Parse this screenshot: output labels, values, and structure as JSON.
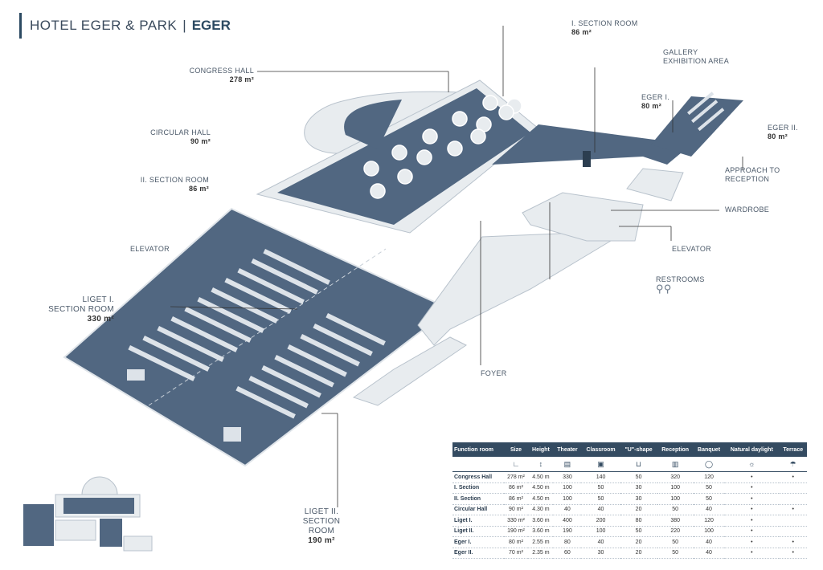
{
  "header": {
    "hotel": "HOTEL EGER & PARK",
    "city": "EGER"
  },
  "colors": {
    "floor": "#516781",
    "wall": "#e8ecef",
    "table_header": "#344b61",
    "text": "#3a4a5c"
  },
  "labels": {
    "section1_name": "I. SECTION ROOM",
    "section1_size": "86 m²",
    "gallery_l1": "GALLERY",
    "gallery_l2": "EXHIBITION AREA",
    "congress_name": "CONGRESS HALL",
    "congress_size": "278 m²",
    "eger1_name": "EGER I.",
    "eger1_size": "80 m²",
    "eger2_name": "EGER II.",
    "eger2_size": "80 m²",
    "circular_name": "CIRCULAR HALL",
    "circular_size": "90 m²",
    "approach_l1": "APPROACH TO",
    "approach_l2": "RECEPTION",
    "section2_name": "II. SECTION ROOM",
    "section2_size": "86 m²",
    "wardrobe": "WARDROBE",
    "elevator_left": "ELEVATOR",
    "elevator_right": "ELEVATOR",
    "restrooms": "RESTROOMS",
    "liget1_l1": "LIGET I.",
    "liget1_l2": "SECTION ROOM",
    "liget1_size": "330 m²",
    "foyer": "FOYER",
    "liget2_l1": "LIGET II.",
    "liget2_l2": "SECTION",
    "liget2_l3": "ROOM",
    "liget2_size": "190 m²"
  },
  "table": {
    "headers": [
      "Function room",
      "Size",
      "Height",
      "Theater",
      "Classroom",
      "\"U\"-shape",
      "Reception",
      "Banquet",
      "Natural daylight",
      "Terrace"
    ],
    "icons": [
      "",
      "size-icon",
      "height-icon",
      "theater-icon",
      "classroom-icon",
      "u-shape-icon",
      "reception-icon",
      "banquet-icon",
      "daylight-icon",
      "terrace-icon"
    ],
    "icon_glyphs": [
      "",
      "∟",
      "↕",
      "▤",
      "▣",
      "⊔",
      "▥",
      "◯",
      "☼",
      "☂"
    ],
    "rows": [
      [
        "Congress Hall",
        "278 m²",
        "4.50 m",
        "330",
        "140",
        "50",
        "320",
        "120",
        "•",
        "•"
      ],
      [
        "I. Section",
        "86 m²",
        "4.50 m",
        "100",
        "50",
        "30",
        "100",
        "50",
        "•",
        ""
      ],
      [
        "II. Section",
        "86 m²",
        "4.50 m",
        "100",
        "50",
        "30",
        "100",
        "50",
        "•",
        ""
      ],
      [
        "Circular Hall",
        "90 m²",
        "4.30 m",
        "40",
        "40",
        "20",
        "50",
        "40",
        "•",
        "•"
      ],
      [
        "Liget I.",
        "330 m²",
        "3.60 m",
        "400",
        "200",
        "80",
        "380",
        "120",
        "•",
        ""
      ],
      [
        "Liget II.",
        "190 m²",
        "3.60 m",
        "190",
        "100",
        "50",
        "220",
        "100",
        "•",
        ""
      ],
      [
        "Eger I.",
        "80 m²",
        "2.55 m",
        "80",
        "40",
        "20",
        "50",
        "40",
        "•",
        "•"
      ],
      [
        "Eger II.",
        "70 m²",
        "2.35 m",
        "60",
        "30",
        "20",
        "50",
        "40",
        "•",
        "•"
      ]
    ]
  }
}
